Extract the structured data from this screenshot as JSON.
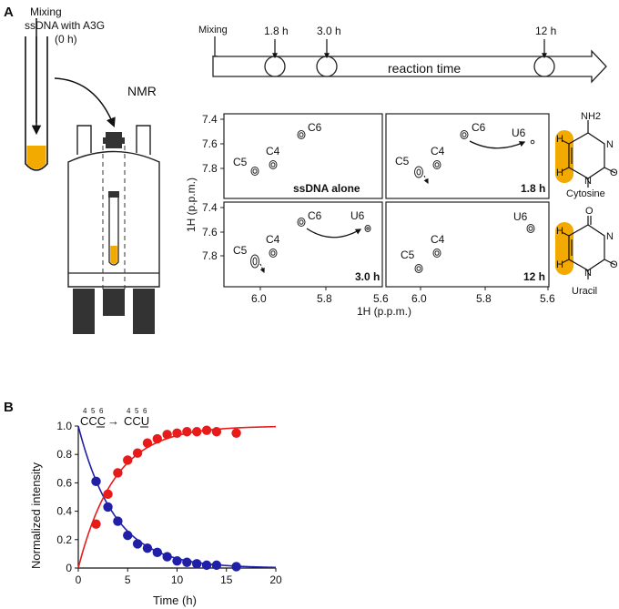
{
  "panel_a": {
    "letter": "A",
    "mixing_note": [
      "Mixing",
      "ssDNA with A3G",
      "(0 h)"
    ],
    "nmr_label": "NMR",
    "timeline": {
      "start_label": "Mixing",
      "marks": [
        "1.8 h",
        "3.0 h",
        "12 h"
      ],
      "arrow_label": "reaction time"
    },
    "spectra": {
      "y_axis_label": "1H (p.p.m.)",
      "x_axis_label": "1H (p.p.m.)",
      "y_ticks": [
        "7.4",
        "7.6",
        "7.8"
      ],
      "x_ticks": [
        "6.0",
        "5.8",
        "5.6"
      ],
      "panels": [
        {
          "label": "ssDNA alone",
          "peaks": [
            "C6",
            "C5",
            "C4"
          ]
        },
        {
          "label": "1.8 h",
          "peaks": [
            "C6",
            "U6",
            "C5",
            "C4"
          ]
        },
        {
          "label": "3.0 h",
          "peaks": [
            "C6",
            "U6",
            "C5",
            "C4"
          ]
        },
        {
          "label": "12 h",
          "peaks": [
            "U6",
            "C5",
            "C4"
          ]
        }
      ]
    },
    "structures": [
      {
        "name": "Cytosine",
        "substituent": "NH2",
        "atoms": [
          "H",
          "H",
          "N",
          "N",
          "O"
        ]
      },
      {
        "name": "Uracil",
        "substituent": "O",
        "atoms": [
          "H",
          "H",
          "N",
          "N",
          "O"
        ]
      }
    ]
  },
  "panel_b": {
    "letter": "B",
    "annotation": {
      "positions": [
        "4",
        "5",
        "6",
        "4",
        "5",
        "6"
      ],
      "from": "CCC",
      "to": "CCU",
      "arrow": "→"
    }
  },
  "chart_data": {
    "type": "scatter",
    "xlabel": "Time (h)",
    "ylabel": "Normalized intensity",
    "xlim": [
      0,
      20
    ],
    "ylim": [
      0,
      1.0
    ],
    "x_ticks": [
      "0",
      "5",
      "10",
      "15",
      "20"
    ],
    "y_ticks": [
      "0",
      "0.2",
      "0.4",
      "0.6",
      "0.8",
      "1.0"
    ],
    "grid": false,
    "series": [
      {
        "color": "#1f1fa8",
        "x": [
          1.8,
          3.0,
          4.0,
          5.0,
          6.0,
          7.0,
          8.0,
          9.0,
          10.0,
          11.0,
          12.0,
          13.0,
          14.0,
          16.0
        ],
        "y": [
          0.61,
          0.43,
          0.33,
          0.23,
          0.17,
          0.14,
          0.11,
          0.08,
          0.05,
          0.04,
          0.03,
          0.02,
          0.02,
          0.01
        ],
        "fit": {
          "model": "exp_decay",
          "k": 0.27
        }
      },
      {
        "color": "#e81b1b",
        "x": [
          1.8,
          3.0,
          4.0,
          5.0,
          6.0,
          7.0,
          8.0,
          9.0,
          10.0,
          11.0,
          12.0,
          13.0,
          14.0,
          16.0
        ],
        "y": [
          0.31,
          0.52,
          0.67,
          0.76,
          0.81,
          0.88,
          0.91,
          0.94,
          0.95,
          0.96,
          0.96,
          0.97,
          0.96,
          0.95
        ],
        "fit": {
          "model": "exp_rise",
          "k": 0.27
        }
      }
    ]
  }
}
